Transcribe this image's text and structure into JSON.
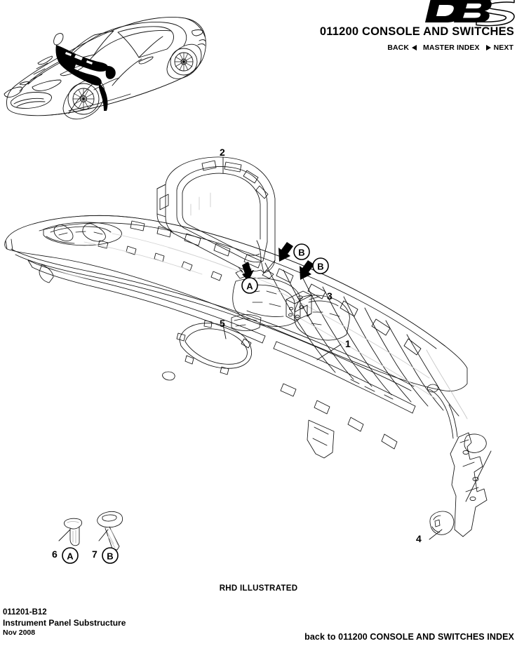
{
  "header": {
    "brand_logo": "DBS",
    "title": "011200 CONSOLE AND SWITCHES",
    "nav": {
      "back_label": "BACK",
      "back_icon": "triangle-left-icon",
      "master_index_label": "MASTER INDEX",
      "next_label": "NEXT",
      "next_icon": "triangle-right-icon"
    }
  },
  "thumbnail": {
    "alt": "aston-martin-dbs-line-drawing",
    "highlight_region": "instrument-panel"
  },
  "diagram": {
    "caption": "RHD ILLUSTRATED",
    "callouts": [
      {
        "id": "1",
        "label": "1",
        "target": "instrument-panel-substructure"
      },
      {
        "id": "2",
        "label": "2",
        "target": "instrument-binnacle-cowl"
      },
      {
        "id": "3",
        "label": "3",
        "target": "mounting-bracket"
      },
      {
        "id": "4",
        "label": "4",
        "target": "blanking-grommet"
      },
      {
        "id": "5",
        "label": "5",
        "target": "panel-detail"
      },
      {
        "id": "6",
        "label": "6",
        "target": "bolt-fastener"
      },
      {
        "id": "7",
        "label": "7",
        "target": "screw-fastener"
      }
    ],
    "fastener_markers": [
      {
        "letter": "A",
        "for_item": "6"
      },
      {
        "letter": "B",
        "for_item": "7"
      }
    ],
    "assembly_markers": [
      {
        "letter": "A",
        "position": "binnacle-left-lower"
      },
      {
        "letter": "B",
        "position": "binnacle-right-lower"
      },
      {
        "letter": "B",
        "position": "bracket-upper"
      }
    ]
  },
  "footer": {
    "part_code": "011201-B12",
    "subtitle": "Instrument Panel Substructure",
    "date": "Nov 2008",
    "index_link": "back to 011200 CONSOLE AND SWITCHES INDEX"
  },
  "colors": {
    "ink": "#000000",
    "paper": "#ffffff",
    "line": "#1a1a1a",
    "faint": "#b5b5b5"
  }
}
